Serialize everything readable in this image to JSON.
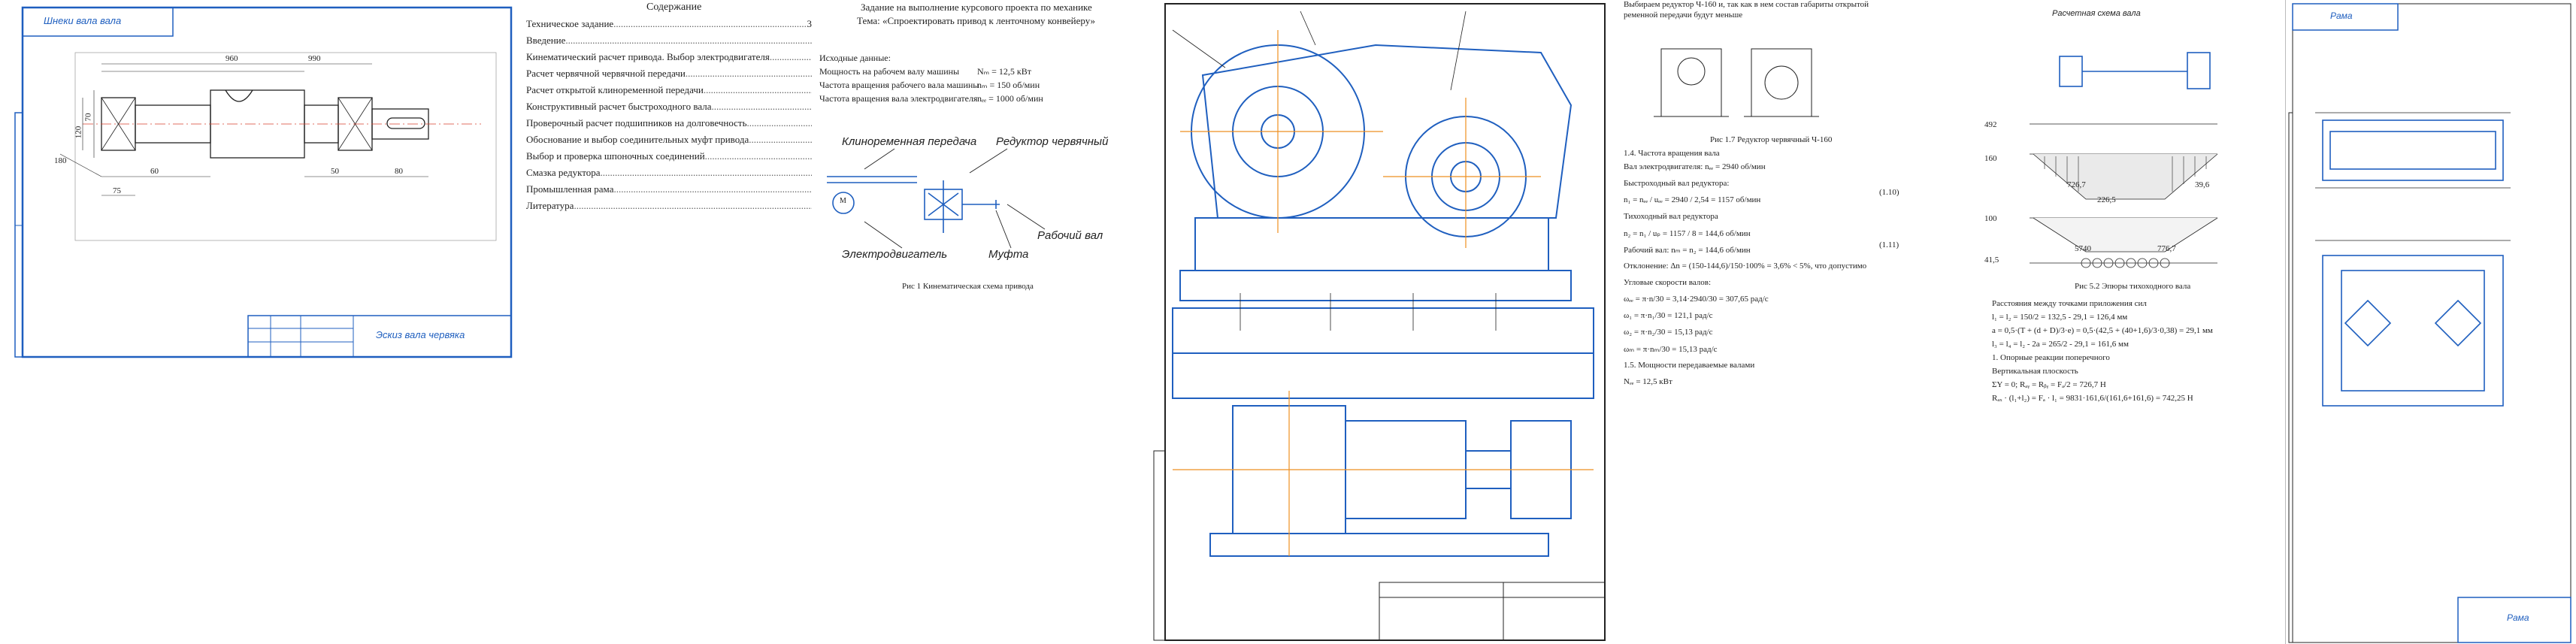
{
  "left_drawing": {
    "stamp_top": "Шнеки вала вала",
    "stamp_bottom": "Эскиз вала червяка",
    "dims": [
      "960",
      "990",
      "70",
      "120",
      "60",
      "50",
      "80",
      "75",
      "180"
    ]
  },
  "toc": {
    "title": "Содержание",
    "items": [
      {
        "label": "Техническое задание",
        "page": "3"
      },
      {
        "label": "Введение",
        "page": ""
      },
      {
        "label": "Кинематический расчет привода. Выбор электродвигателя",
        "page": ""
      },
      {
        "label": "Расчет червячной червячной передачи",
        "page": ""
      },
      {
        "label": "Расчет открытой клиноременной передачи",
        "page": ""
      },
      {
        "label": "Конструктивный расчет быстроходного вала",
        "page": ""
      },
      {
        "label": "Проверочный расчет подшипников на долговечность",
        "page": ""
      },
      {
        "label": "Обоснование и выбор соединительных муфт привода",
        "page": ""
      },
      {
        "label": "Выбор и проверка шпоночных соединений",
        "page": ""
      },
      {
        "label": "Смазка редуктора",
        "page": ""
      },
      {
        "label": "Промышленная рама",
        "page": ""
      },
      {
        "label": "Литература",
        "page": ""
      }
    ]
  },
  "task": {
    "title": "Задание на выполнение курсового проекта по механике",
    "subtitle": "Тема: «Спроектировать привод к ленточному конвейеру»",
    "initial_data": "Исходные данные:",
    "rows": [
      {
        "label": "Мощность на рабочем валу машины",
        "value": "Nₘ = 12,5 кВт"
      },
      {
        "label": "Частота вращения рабочего вала машины",
        "value": "nₘ = 150 об/мин"
      },
      {
        "label": "Частота вращения вала электродвигателя",
        "value": "nₑₑ = 1000 об/мин"
      }
    ],
    "scheme_labels": {
      "belt": "Клиноременная передача",
      "reducer": "Редуктор червячный",
      "motor": "Электродвигатель",
      "coupling": "Муфта",
      "shaft": "Рабочий вал"
    },
    "figure_caption": "Рис 1 Кинематическая схема привода"
  },
  "calc": {
    "header_lines": [
      "Выбираем редуктор Ч-160 и, так как в нем состав габариты открытой",
      "ременной передачи будут меньше"
    ],
    "figure_caption": "Рис 1.7 Редуктор червячный Ч-160",
    "section": "1.4. Частота вращения вала",
    "lines": [
      "Вал электродвигателя: nₑₑ = 2940 об/мин",
      "Быстроходный вал редуктора:",
      "n₁ = nₑₑ / uₑₑ = 2940 / 2,54 = 1157 об/мин",
      "Тихоходный вал редуктора",
      "n₂ = n₁ / uₚ = 1157 / 8 = 144,6 об/мин",
      "Рабочий вал: nₘ = n₂ = 144,6 об/мин",
      "Отклонение: Δn = (150-144,6)/150·100% = 3,6% < 5%, что допустимо",
      "Угловые скорости валов:",
      "ωₑₑ = π·n/30 = 3,14·2940/30 = 307,65 рад/с",
      "ω₁ = π·n₁/30 = 121,1 рад/с",
      "ω₂ = π·n₂/30 = 15,13 рад/с",
      "ωₘ = π·nₘ/30 = 15,13 рад/с",
      "1.5. Мощности передаваемые валами",
      "Nₑₑ = 12,5 кВт"
    ],
    "eq_numbers": [
      "(1.10)",
      "(1.11)"
    ]
  },
  "moments": {
    "title": "Расчетная схема вала",
    "caption": "Рис 5.2 Эпюры тихоходного вала",
    "lines": [
      "Расстояния между точками приложения сил",
      "l₁ = l₂ = 150/2 = 132,5 - 29,1 = 126,4 мм",
      "a = 0,5·(T + (d + D)/3·e) = 0,5·(42,5 + (40+1,6)/3·0,38) = 29,1 мм",
      "l₃ = l₄ = l₂ - 2a = 265/2 - 29,1 = 161,6 мм",
      "1. Опорные реакции поперечного",
      "Вертикальная плоскость",
      "ΣY = 0; Rₐᵧ = Rᵦᵧ = Fₐ/2 = 726,7 H",
      "Rₐₓ · (l₁+l₂) = Fₐ · l₁ = 9831·161,6/(161,6+161,6) = 742,25 H"
    ],
    "values": [
      "726,7",
      "226,5",
      "5740",
      "776,7",
      "492",
      "160",
      "100",
      "41,5",
      "39,6"
    ]
  },
  "right_drawing": {
    "stamp_top": "Рама",
    "stamp_bottom": "Рама"
  }
}
